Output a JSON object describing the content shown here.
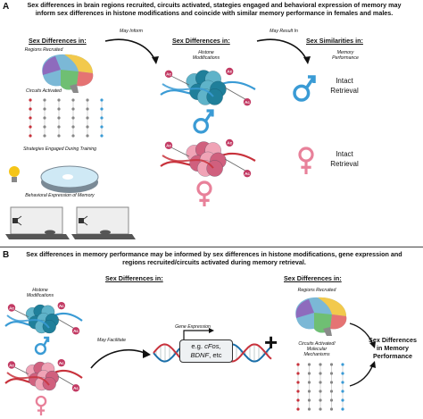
{
  "panel_a": {
    "letter": "A",
    "caption": "Sex differences in brain regions recruited, circuits activated, stategies engaged and behavioral expression of memory may inform sex differences in histone modifications and coincide with similar memory performance in females and males.",
    "col1_header": "Sex Differences in:",
    "regions_label": "Regions Recruited",
    "circuits_label": "Circuits Activated",
    "strategies_label": "Strategies Engaged During Training",
    "behavior_label": "Behavioral Expression of Memory",
    "arrow1_label": "May Inform",
    "col2_header": "Sex Differences in:",
    "histone_label_line1": "Histone",
    "histone_label_line2": "Modifications",
    "arrow2_label": "May Result In",
    "col3_header": "Sex Similarities in:",
    "memory_label_line1": "Memory",
    "memory_label_line2": "Performance",
    "male_outcome_line1": "Intact",
    "male_outcome_line2": "Retrieval",
    "female_outcome_line1": "Intact",
    "female_outcome_line2": "Retrieval",
    "acetyl_tag": "Ac"
  },
  "panel_b": {
    "letter": "B",
    "caption": "Sex differences in memory performance may be informed by sex differences in histone modifications, gene expression and regions recruited/circuits activated during memory retrieval.",
    "left_header": "Sex Differences in:",
    "right_header": "Sex Differences in:",
    "histone_label_line1": "Histone",
    "histone_label_line2": "Modifications",
    "arrow_label": "May Facilitate",
    "gene_label": "Gene Expression",
    "gene_box_line1_pre": "e.g. ",
    "gene_box_line1_italic": "cFos,",
    "gene_box_line2_italic": "BDNF",
    "gene_box_line2_post": ", etc",
    "plus": "+",
    "regions_label": "Regions Recruited",
    "circuits_line1": "Circuits Activated/",
    "circuits_line2": "Molecular",
    "circuits_line3": "Mechanisms",
    "outcome_line1": "Sex Differences",
    "outcome_line2": "in Memory",
    "outcome_line3": "Performance"
  },
  "colors": {
    "male": "#3a9bd5",
    "female": "#e8819a",
    "histone_blue": "#1f7f9a",
    "histone_pink": "#d0607e",
    "dna_blue": "#1a6ea8",
    "dna_red": "#c8323c",
    "acetyl": "#c23a63"
  }
}
